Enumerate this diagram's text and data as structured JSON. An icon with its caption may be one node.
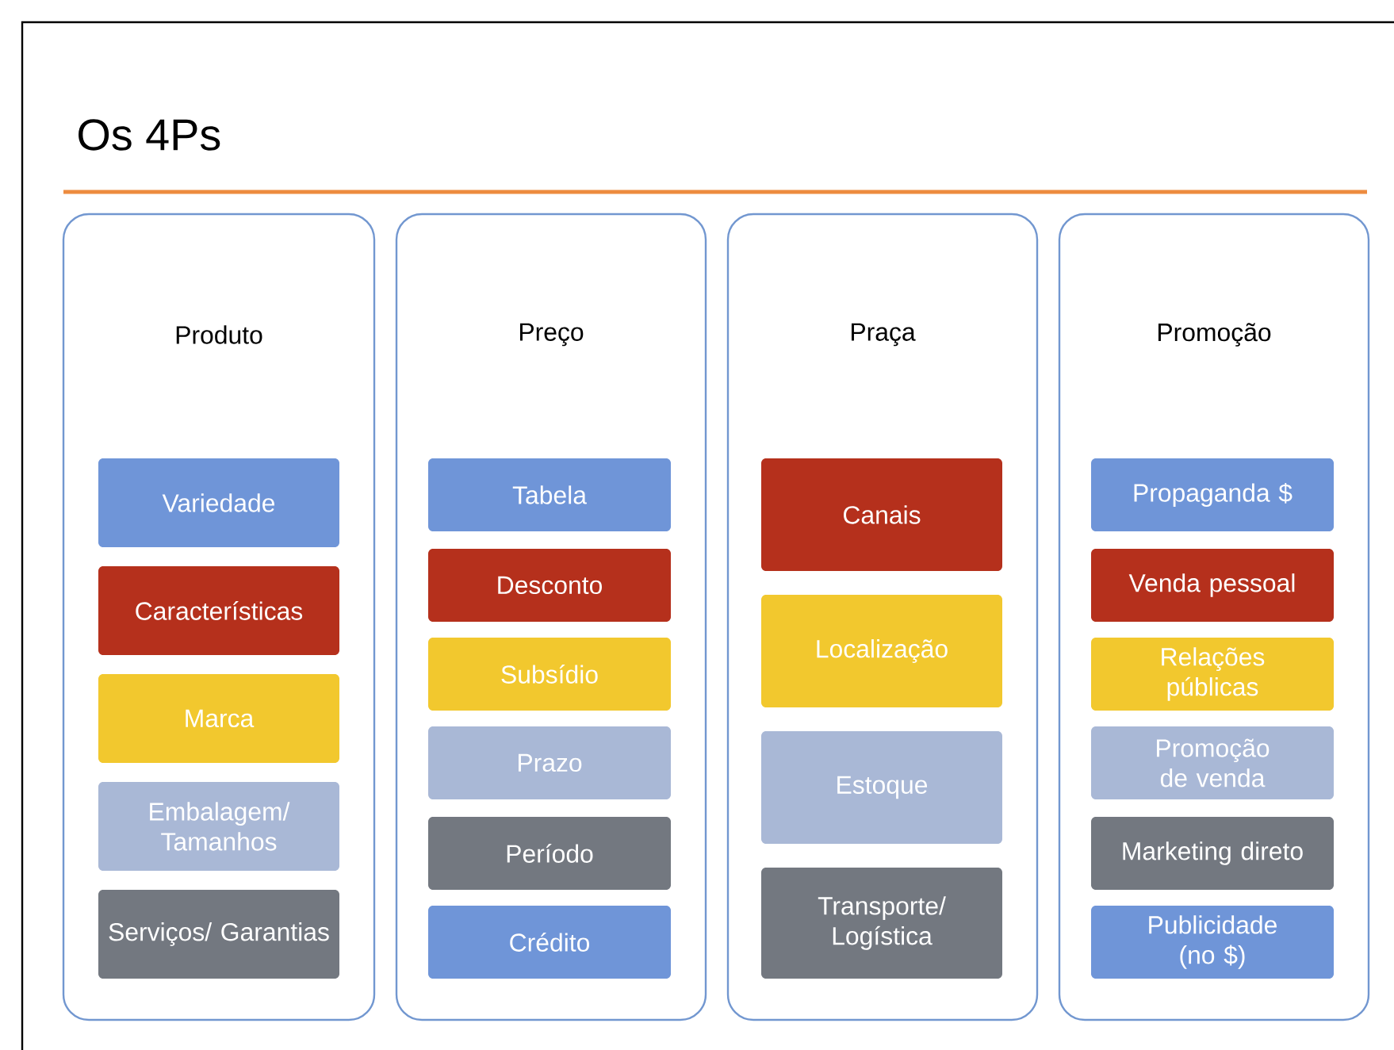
{
  "diagram": {
    "title": "Os 4Ps",
    "nodes": [
      {
        "text": [
          "Produto"
        ]
      },
      {
        "text": [
          "Variedade"
        ],
        "in": 0
      },
      {
        "text": [
          "Características"
        ],
        "in": 0
      },
      {
        "text": [
          "Marca"
        ],
        "in": 0
      },
      {
        "text": [
          "Embalagem/ Tamanhos"
        ],
        "in": 0
      },
      {
        "text": [
          "Serviços/ Garantias"
        ],
        "in": 0
      },
      {
        "text": [
          "Preço"
        ]
      },
      {
        "text": [
          "Tabela"
        ],
        "in": 6
      },
      {
        "text": [
          "Desconto"
        ],
        "in": 6
      },
      {
        "text": [
          "Subsídio"
        ],
        "in": 6
      },
      {
        "text": [
          "Prazo"
        ],
        "in": 6
      },
      {
        "text": [
          "Período"
        ],
        "in": 6
      },
      {
        "text": [
          "Crédito"
        ],
        "in": 6
      },
      {
        "text": [
          "Praça"
        ]
      },
      {
        "text": [
          "Canais"
        ],
        "in": 13
      },
      {
        "text": [
          "Localização"
        ],
        "in": 13
      },
      {
        "text": [
          "Estoque"
        ],
        "in": 13
      },
      {
        "text": [
          "Transporte/ Logística"
        ],
        "in": 13
      },
      {
        "text": [
          "Promoção"
        ]
      },
      {
        "text": [
          "Propaganda $"
        ],
        "in": 18
      },
      {
        "text": [
          "Venda pessoal"
        ],
        "in": 18
      },
      {
        "text": [
          "Relações públicas"
        ],
        "in": 18
      },
      {
        "text": [
          "Promoção de venda"
        ],
        "in": 18
      },
      {
        "text": [
          "Marketing direto"
        ],
        "in": 18
      },
      {
        "text": [
          "Publicidade (no $)"
        ],
        "in": 18
      }
    ]
  }
}
